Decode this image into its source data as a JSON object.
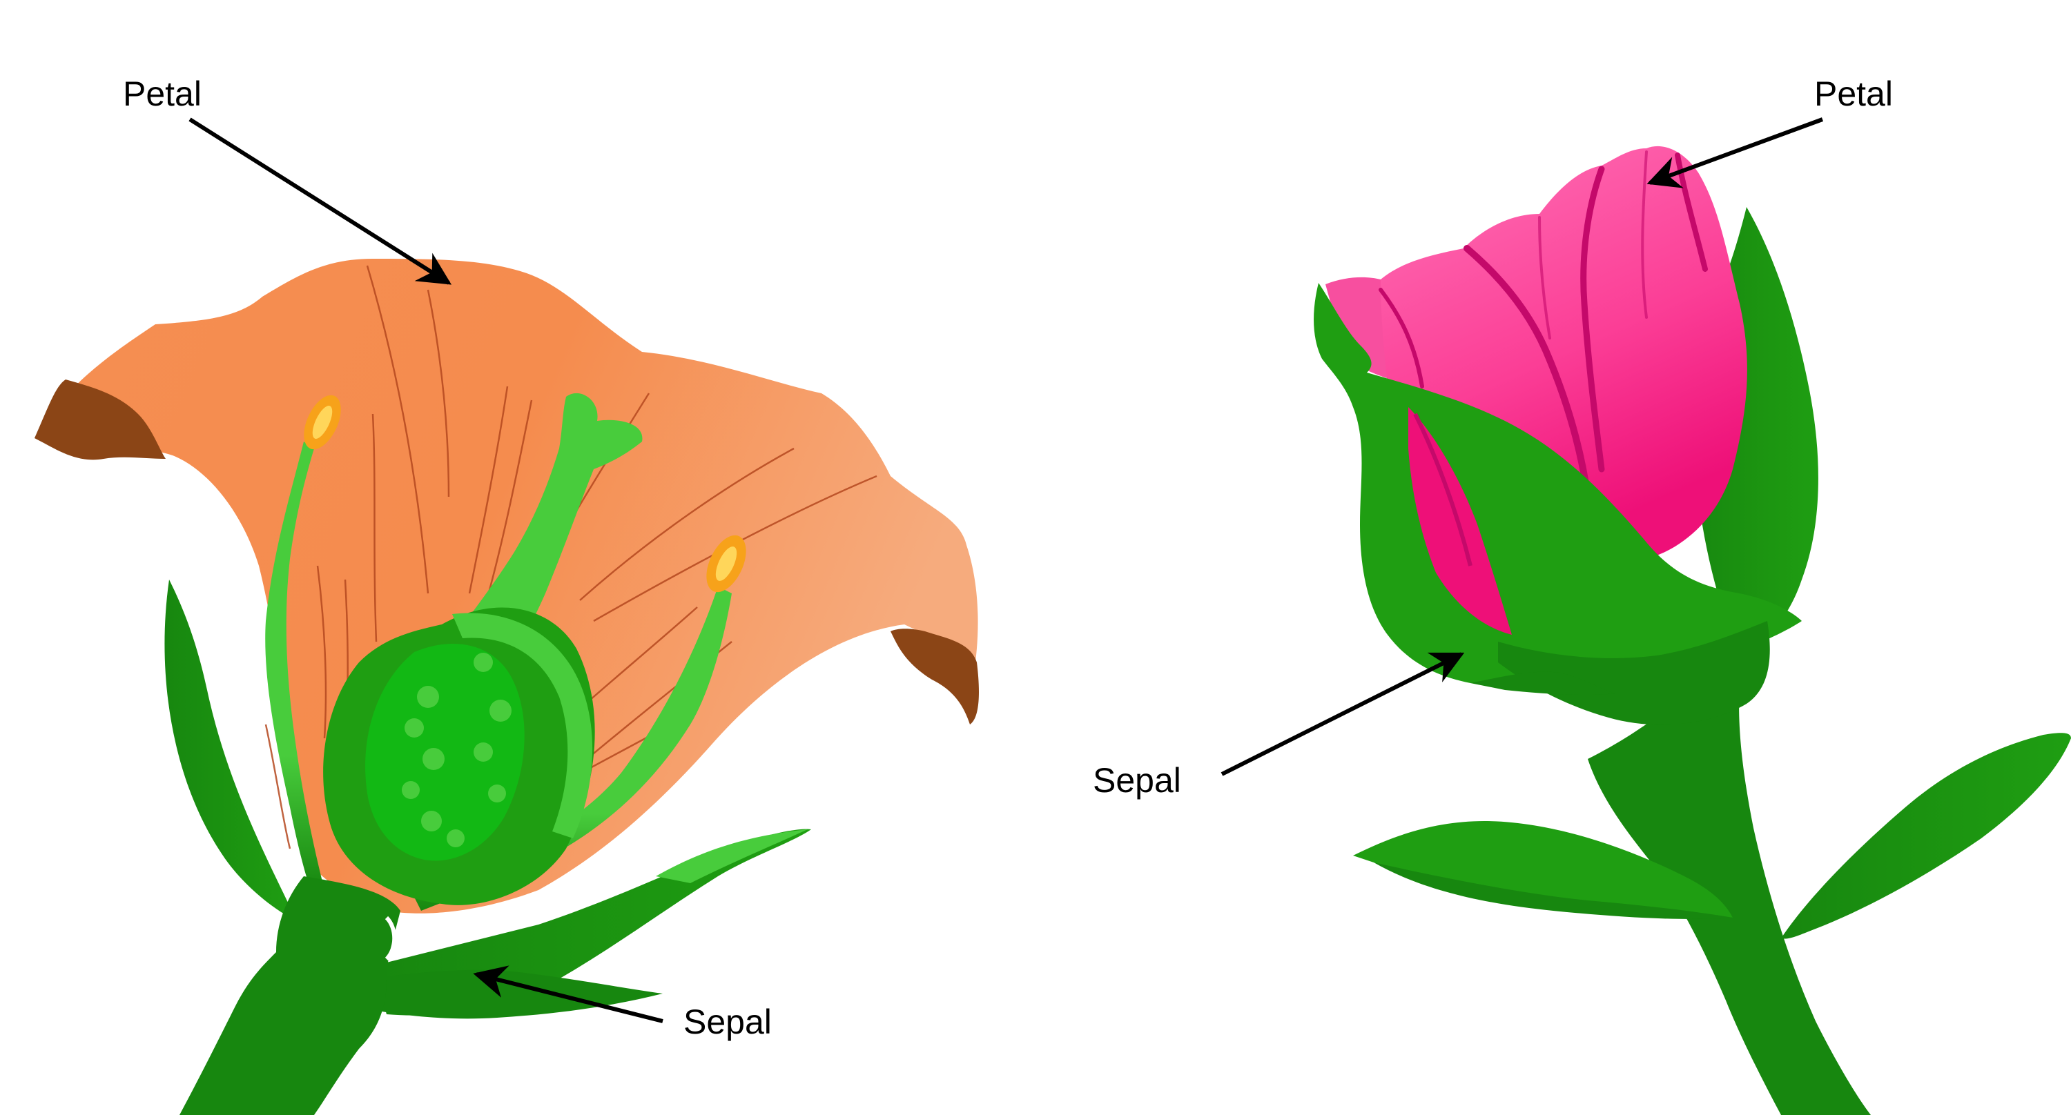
{
  "labels": {
    "left_petal": "Petal",
    "left_sepal": "Sepal",
    "right_petal": "Petal",
    "right_sepal": "Sepal"
  },
  "colors": {
    "background": "#ffffff",
    "petal_orange_light": "#f6ab7d",
    "petal_orange": "#f58c4e",
    "petal_tip_brown": "#8b4516",
    "petal_pink_light": "#ff6db2",
    "petal_pink": "#ee1078",
    "sepal_green": "#1f9e12",
    "stem_green": "#17870f",
    "light_green": "#48cc3c",
    "anther_orange": "#f7a21a",
    "arrow": "#000000"
  }
}
